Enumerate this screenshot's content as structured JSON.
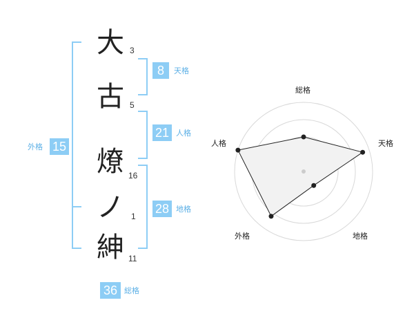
{
  "colors": {
    "accent": "#8dcdf5",
    "badge_text": "#ffffff",
    "label": "#5db0e6"
  },
  "name_chars": [
    {
      "char": "大",
      "strokes": "3"
    },
    {
      "char": "古",
      "strokes": "5"
    },
    {
      "char": "燎",
      "strokes": "16"
    },
    {
      "char": "ノ",
      "strokes": "1"
    },
    {
      "char": "紳",
      "strokes": "11"
    }
  ],
  "kaku": {
    "tenkaku": {
      "value": "8",
      "label": "天格"
    },
    "jinkaku": {
      "value": "21",
      "label": "人格"
    },
    "chikaku": {
      "value": "28",
      "label": "地格"
    },
    "gaikaku": {
      "value": "15",
      "label": "外格"
    },
    "soukaku": {
      "value": "36",
      "label": "総格"
    }
  },
  "chart_data": {
    "type": "radar",
    "axes": [
      "総格",
      "天格",
      "地格",
      "外格",
      "人格"
    ],
    "values": [
      0.5,
      0.9,
      0.25,
      0.8,
      1.0
    ],
    "rings": 4,
    "line_color": "#222222",
    "fill_color": "#f2f2f2"
  }
}
